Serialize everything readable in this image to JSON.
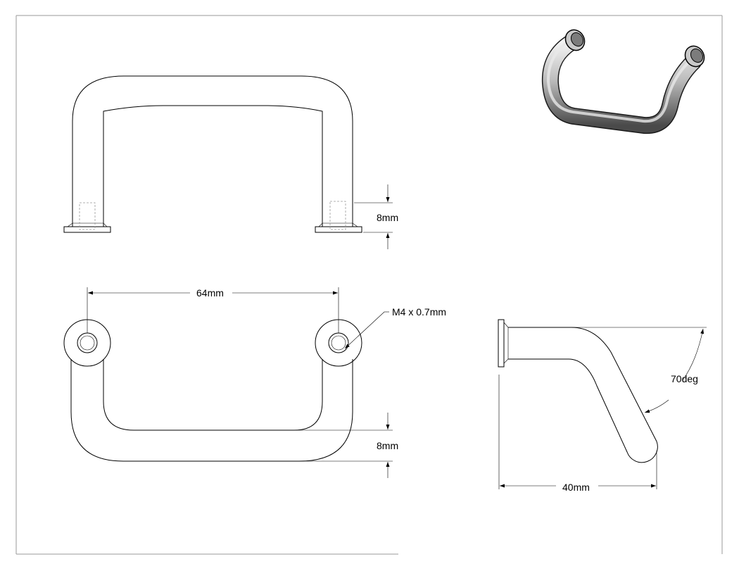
{
  "dimensions": {
    "front_height": "8mm",
    "hole_spacing": "64mm",
    "thread": "M4 x 0.7mm",
    "top_offset": "8mm",
    "bend_angle": "70deg",
    "side_depth": "40mm"
  },
  "colors": {
    "line": "#000000",
    "frame": "#9a9a9a",
    "hidden": "#999999"
  }
}
